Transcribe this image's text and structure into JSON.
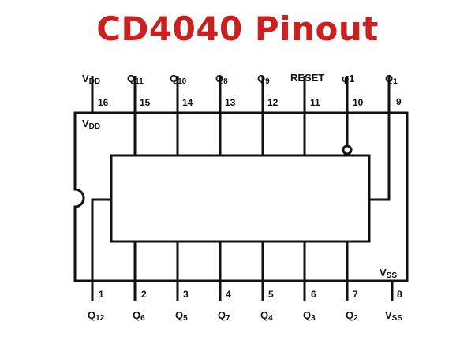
{
  "title": "CD4040 Pinout",
  "colors": {
    "title": "#cc1f1f",
    "lines": "#111111"
  },
  "top_pins": [
    {
      "num": "16",
      "base": "V",
      "sub": "DD"
    },
    {
      "num": "15",
      "base": "Q",
      "sub": "11"
    },
    {
      "num": "14",
      "base": "Q",
      "sub": "10"
    },
    {
      "num": "13",
      "base": "Q",
      "sub": "8"
    },
    {
      "num": "12",
      "base": "Q",
      "sub": "9"
    },
    {
      "num": "11",
      "base": "RESET",
      "sub": ""
    },
    {
      "num": "10",
      "base": "φ1",
      "sub": ""
    },
    {
      "num": "9",
      "base": "Q",
      "sub": "1"
    }
  ],
  "bottom_pins": [
    {
      "num": "1",
      "base": "Q",
      "sub": "12"
    },
    {
      "num": "2",
      "base": "Q",
      "sub": "6"
    },
    {
      "num": "3",
      "base": "Q",
      "sub": "5"
    },
    {
      "num": "4",
      "base": "Q",
      "sub": "7"
    },
    {
      "num": "5",
      "base": "Q",
      "sub": "4"
    },
    {
      "num": "6",
      "base": "Q",
      "sub": "3"
    },
    {
      "num": "7",
      "base": "Q",
      "sub": "2"
    },
    {
      "num": "8",
      "base": "V",
      "sub": "SS"
    }
  ],
  "inner_labels": {
    "vdd": {
      "base": "V",
      "sub": "DD"
    },
    "vss": {
      "base": "V",
      "sub": "SS"
    }
  }
}
